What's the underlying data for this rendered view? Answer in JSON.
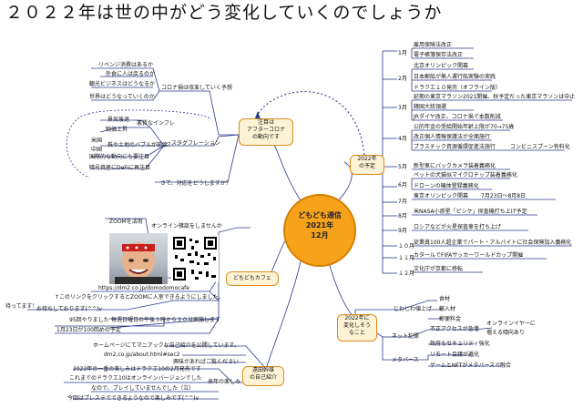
{
  "title": "２０２２年は世の中がどう変化していくのでしょうか",
  "center": {
    "line1": "どもども通信",
    "line2": "2021年",
    "line3": "12月"
  },
  "branches": {
    "after_corona": {
      "line1": "注目は",
      "line2": "アフターコロナ",
      "line3": "の動向です"
    },
    "plan2022": {
      "line1": "2022年",
      "line2": "の予定"
    },
    "cafe": "どもどもカフェ",
    "changes": {
      "line1": "2022年に",
      "line2": "変化しそう",
      "line3": "なこと"
    },
    "history": {
      "line1": "遠田幹雄",
      "line2": "の自己紹介"
    }
  },
  "left_top": {
    "corona_forecast": "コロナ禍は収束していく予想",
    "revenge": "リベンジ消費はあるか",
    "dining": "外食に人は戻るのか",
    "tourism": "観光ビジネスはどうなるか",
    "world": "世界はどうなっていくのか",
    "stagflation": "スタグフレーション",
    "economy": "景気後退",
    "prices": "物価上昇",
    "bad_inflation": "悪質なインフレ",
    "usa": "米国",
    "china": "中国",
    "bubble": "株や土地のバブルが崩壊？",
    "intl": "国際的な動向にも要注目",
    "defi": "暗号資産にDeFiに再注目",
    "question": "さて、対応をどうしますか？"
  },
  "schedule": {
    "months": [
      "1月",
      "2月",
      "3月",
      "4月",
      "5月",
      "6月",
      "7月",
      "8月",
      "9月",
      "１０月",
      "１１月",
      "１２月"
    ],
    "jan": [
      "雇用保険法改正",
      "電子帳簿保存法改正"
    ],
    "feb": [
      "北京オリンピック開幕",
      "日本郵船が無人運行船実験の実践",
      "ドラクエ１０発売（オフライン版）"
    ],
    "mar": [
      "延期の東京マラソン2021開催、秋予定だった東京マラソンは中止",
      "韓国大統領選",
      "JRダイヤ改正、コロナ禍で本数削減"
    ],
    "apr": [
      "公的年金の受給開始年齢上限が70→75歳",
      "改正個人情報保護法が全面施行",
      "プラスチック資源循環促進法施行"
    ],
    "apr_extra": "コンビニスプーン有料化",
    "may": "新型車にバックカメラ装着義務化",
    "jun": [
      "ペットの犬猫似マイクロチップ装着義務化",
      "ドローンの機体登録義務化"
    ],
    "jul": "東京オリンピック開幕",
    "jul_extra": "7月23日〜8月8日",
    "aug": "米NASA小惑星「ピシケ」探査機打ち上げ予定",
    "sep": "ロシアなどが火星探査車を打ち上げ",
    "oct": "従業員100人超企業でパート・アルバイトに社会保険加入義務化",
    "nov": "カタールでFIFAサッカーワールドカップ開催",
    "dec": "文化庁が京都に移転"
  },
  "cafe": {
    "zoom": "ZOOMを活用",
    "online": "オンライン雑談をしませんか",
    "url": "https://dm2.co.jp/domodomocafe",
    "link": "↑このリンクをクリックするとZOOMに入室できるようにしました。",
    "waiting": "お待ちしております(^^)v",
    "waiting2": "待ってます！",
    "monthly": "毎週日曜日の午後３時から３０分実施します",
    "count95": "95回やりました",
    "count100": "1月23日が100回めの予定"
  },
  "changes": {
    "jijoujou": "じわじわ値上げ",
    "food": "食材",
    "import": "輸入材",
    "postage": "郵便料金",
    "net": "ネット犯罪",
    "unauth": "不正アクセスが急増",
    "ransom": "政府もセキュリティ強化",
    "online_ear": "オンラインイヤーに",
    "online_ear2": "増える傾向あり",
    "meta": "メタバース",
    "remote": "リモート会議が進化",
    "nft": "ゲームとNFTがメタバースで融合"
  },
  "history": {
    "homepage": "ホームページにてマニアックな自己紹介を公開しています。",
    "url": "dm2.co.jp/about.html#sec2",
    "interest": "興味があればご覧ください",
    "dq": "2022年の一番の楽しみはドラクエ10の2月発売です",
    "dq2": "これまでのドラクエ10はオンラインバージョンでした",
    "dq3": "なので、プレイしていませんでした（泣）",
    "dq4": "今回はプレステでできるようなので楽しみです(^^)v",
    "fun": "来年の楽しみ"
  },
  "colors": {
    "accent": "#f7a21b",
    "node_bg": "#fff3d6",
    "node_border": "#e08a1e",
    "line": "#2b3a8c"
  }
}
